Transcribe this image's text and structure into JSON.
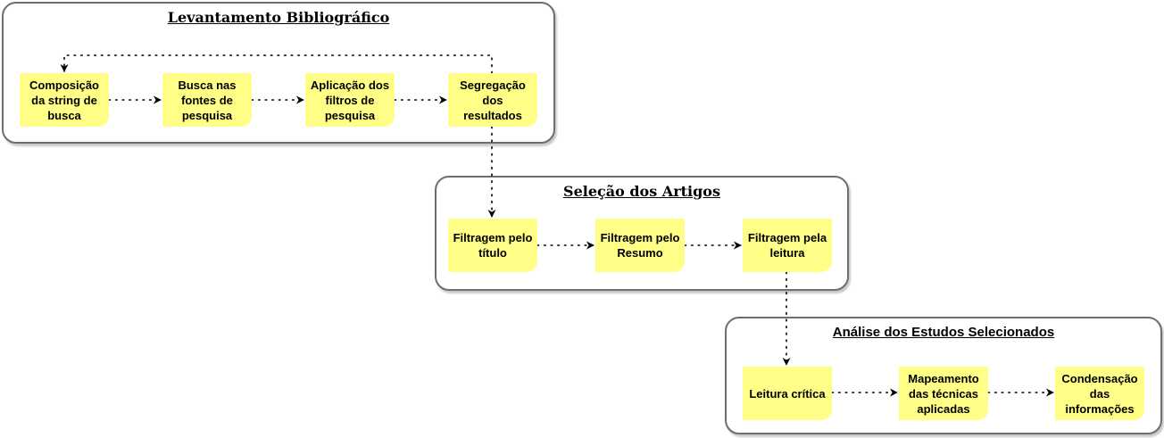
{
  "groups": {
    "levantamento": {
      "title": "Levantamento Bibliográfico"
    },
    "selecao": {
      "title": "Seleção dos Artigos"
    },
    "analise": {
      "title": "Análise dos Estudos Selecionados"
    }
  },
  "nodes": {
    "composicao": "Composição\nda string de\nbusca",
    "busca": "Busca nas\nfontes de\npesquisa",
    "aplicacao": "Aplicação dos\nfiltros de\npesquisa",
    "segregacao": "Segregação\ndos\nresultados",
    "filtragem_titulo": "Filtragem pelo\ntítulo",
    "filtragem_resumo": "Filtragem pelo\nResumo",
    "filtragem_leitura": "Filtragem pela\nleitura",
    "leitura_critica": "Leitura crítica",
    "mapeamento": "Mapeamento\ndas técnicas\naplicadas",
    "condensacao": "Condensação\ndas\ninformações"
  },
  "colors": {
    "node_fill": "#ffff88",
    "group_border": "#6e6e6e",
    "edge": "#000000"
  }
}
